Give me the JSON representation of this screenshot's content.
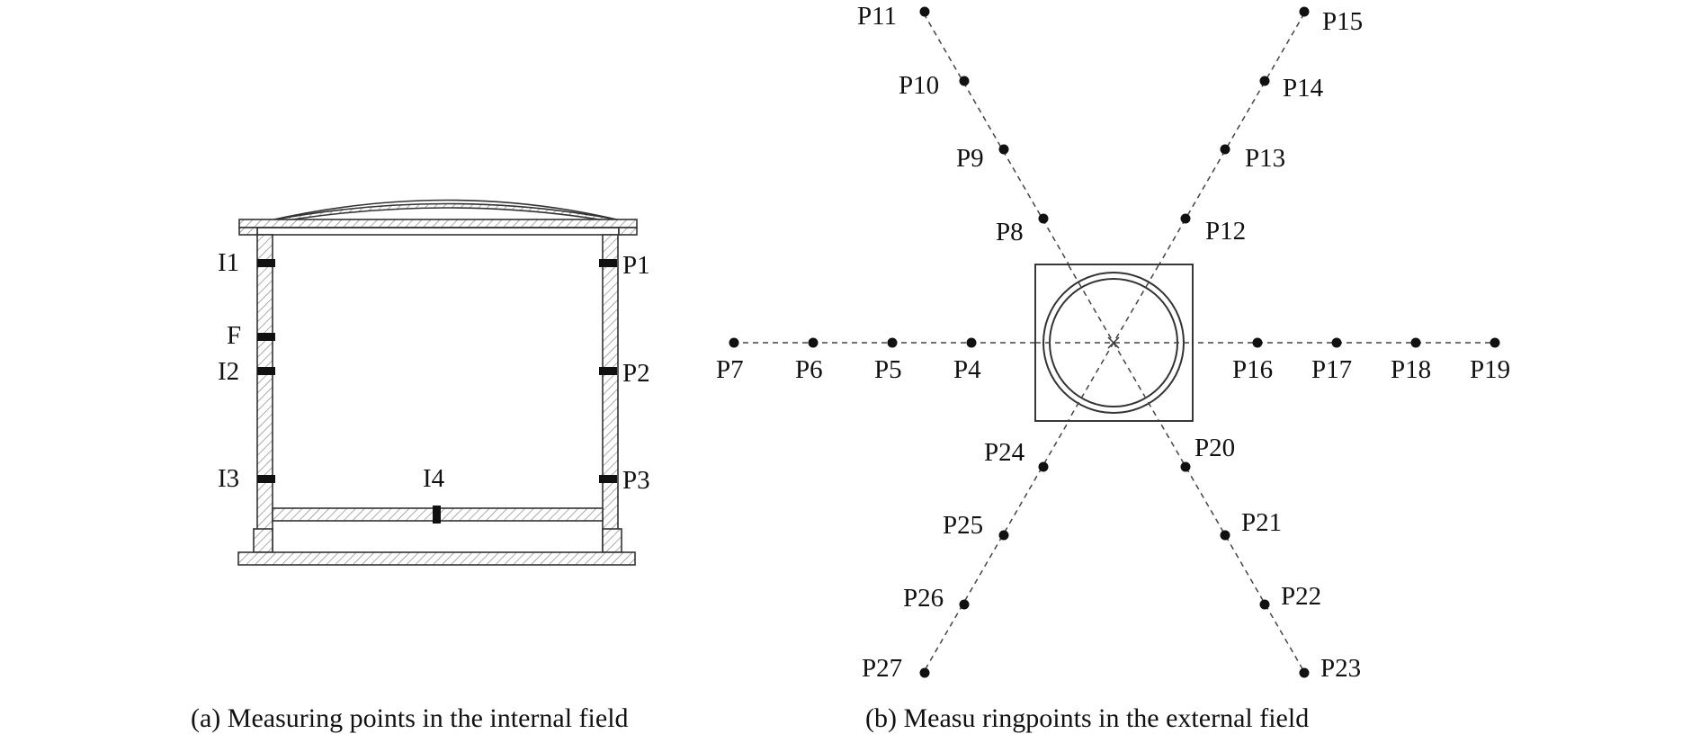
{
  "internal": {
    "caption": "(a) Measuring points in the internal field",
    "labels": {
      "I1": "I1",
      "F": "F",
      "I2": "I2",
      "I3": "I3",
      "I4": "I4",
      "P1": "P1",
      "P2": "P2",
      "P3": "P3"
    }
  },
  "external": {
    "caption": "(b) Measu ringpoints in the external field",
    "points": [
      "P4",
      "P5",
      "P6",
      "P7",
      "P8",
      "P9",
      "P10",
      "P11",
      "P12",
      "P13",
      "P14",
      "P15",
      "P16",
      "P17",
      "P18",
      "P19",
      "P20",
      "P21",
      "P22",
      "P23",
      "P24",
      "P25",
      "P26",
      "P27"
    ]
  }
}
